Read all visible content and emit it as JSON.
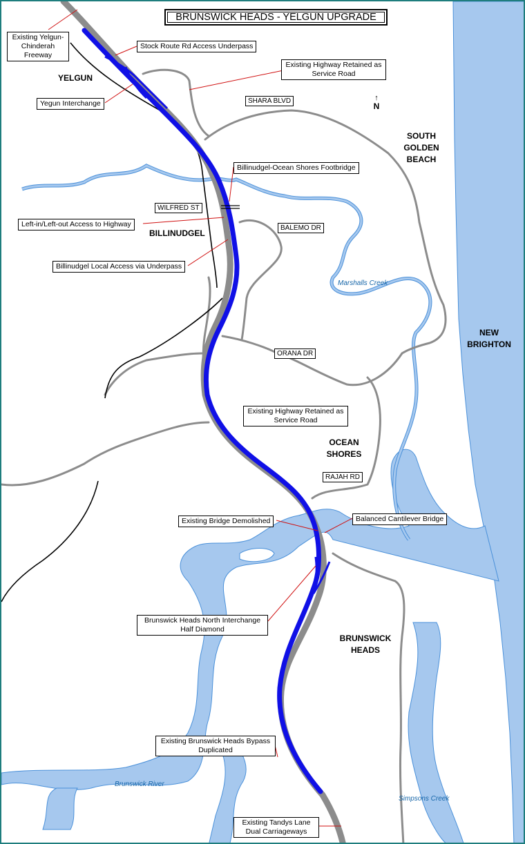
{
  "title": "BRUNSWICK HEADS - YELGUN UPGRADE",
  "north": "N",
  "callouts": {
    "existing_freeway": "Existing Yelgun-Chinderah Freeway",
    "stock_route": "Stock Route Rd Access Underpass",
    "service_road_north": "Existing Highway Retained as Service Road",
    "yelgun_interchange": "Yegun Interchange",
    "footbridge": "Billinudgel-Ocean Shores Footbridge",
    "left_in_out": "Left-in/Left-out Access to Highway",
    "local_access": "Billinudgel Local Access via Underpass",
    "service_road_south": "Existing Highway Retained as Service Road",
    "bridge_demolished": "Existing Bridge Demolished",
    "cantilever_bridge": "Balanced Cantilever Bridge",
    "north_interchange": "Brunswick Heads North Interchange Half Diamond",
    "bypass_duplicated": "Existing Brunswick Heads Bypass Duplicated",
    "tandys_lane": "Existing Tandys Lane Dual Carriageways"
  },
  "roads": {
    "shara": "SHARA BLVD",
    "wilfred": "WILFRED ST",
    "balemo": "BALEMO DR",
    "orana": "ORANA DR",
    "rajah": "RAJAH RD"
  },
  "places": {
    "yelgun": "YELGUN",
    "south_golden_beach": "SOUTH GOLDEN BEACH",
    "billinudgel": "BILLINUDGEL",
    "new_brighton": "NEW BRIGHTON",
    "ocean_shores": "OCEAN SHORES",
    "brunswick_heads": "BRUNSWICK HEADS"
  },
  "waters": {
    "marshalls": "Marshalls Creek",
    "brunswick_river": "Brunswick River",
    "simpsons": "Simpsons Creek"
  },
  "colors": {
    "border": "#1e7d7d",
    "ocean": "#a6c8ee",
    "water_stroke": "#4a90d9",
    "road": "#8c8c8c",
    "upgrade": "#1010e6",
    "railway": "#000000",
    "leader": "#d01010"
  }
}
